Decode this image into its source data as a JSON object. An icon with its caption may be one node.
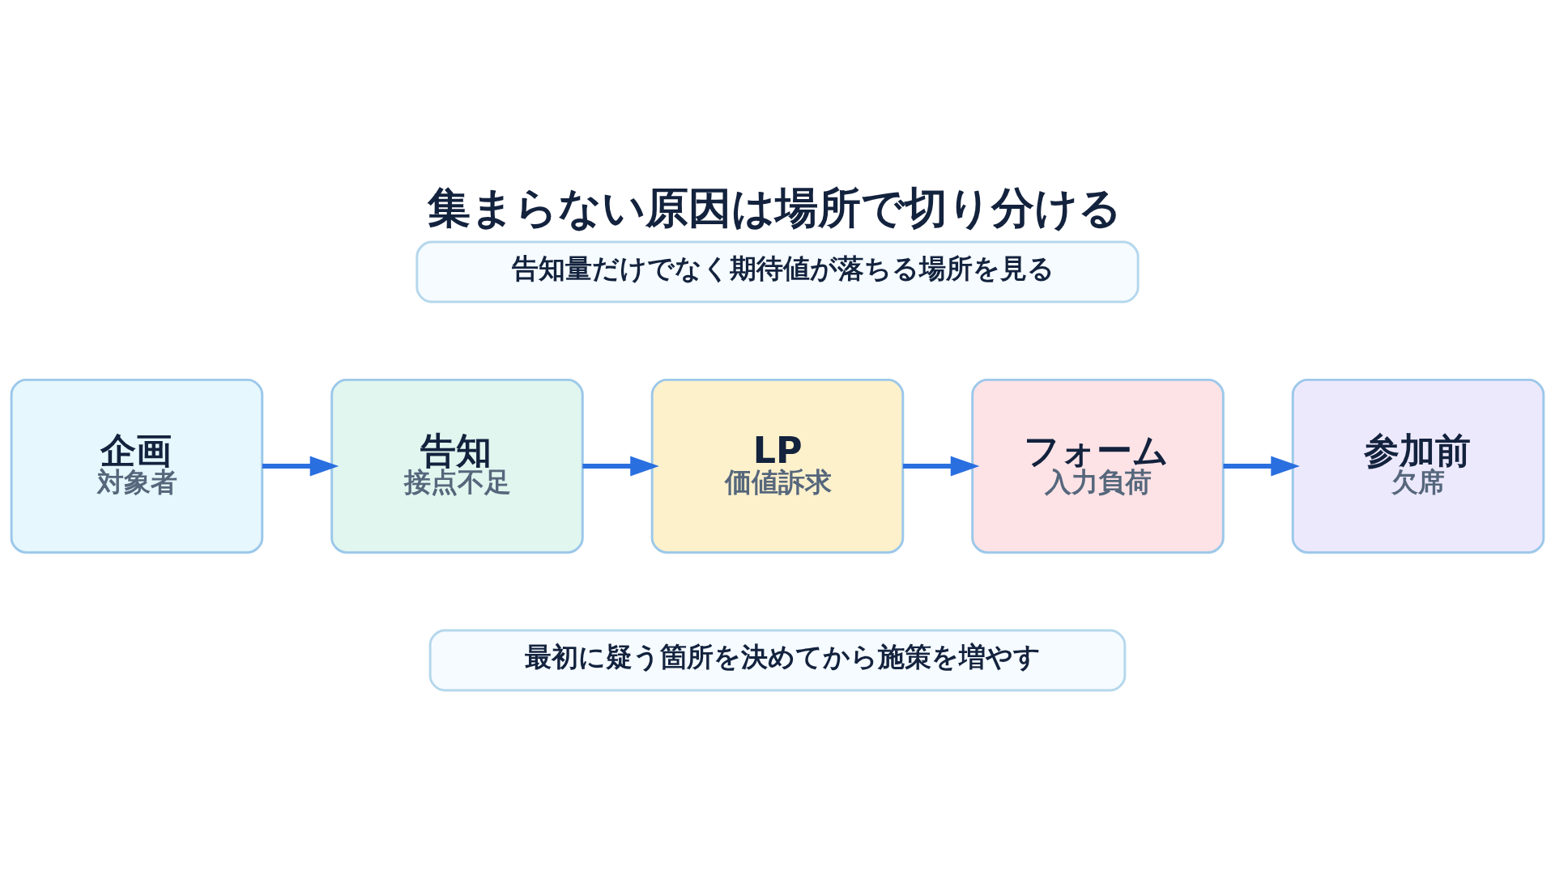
{
  "diagram": {
    "title": "集まらない原因は場所で切り分ける",
    "nodes": [
      {
        "text": [
          "告知量だけでなく期待値が落ちる場所を見る"
        ]
      },
      {
        "text": [
          "企画",
          "対象者"
        ]
      },
      {
        "text": [
          "告知",
          "接点不足"
        ]
      },
      {
        "text": [
          "LP",
          "価値訴求"
        ]
      },
      {
        "text": [
          "フォーム",
          "入力負荷"
        ]
      },
      {
        "text": [
          "参加前",
          "欠席"
        ]
      },
      {
        "text": [
          "最初に疑う箇所を決めてから施策を増やす"
        ]
      }
    ],
    "edges": [
      {
        "from": 1,
        "to": 2,
        "arrow": "to"
      },
      {
        "from": 2,
        "to": 3,
        "arrow": "to"
      },
      {
        "from": 3,
        "to": 4,
        "arrow": "to"
      },
      {
        "from": 4,
        "to": 5,
        "arrow": "to"
      }
    ]
  }
}
